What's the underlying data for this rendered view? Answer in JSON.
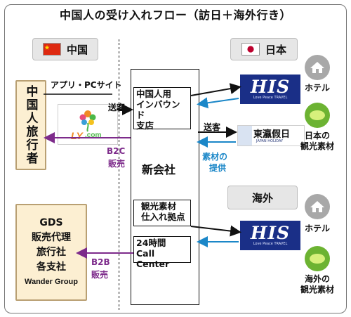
{
  "title": "中国人の受け入れフロー（訪日＋海外行き）",
  "regions": {
    "china": "中国",
    "japan": "日本",
    "overseas": "海外"
  },
  "left": {
    "travelers": "中国人旅行者",
    "gds_lines": [
      "GDS",
      "販売代理",
      "旅行社",
      "各支社"
    ],
    "gds_last": "Wander Group"
  },
  "labels": {
    "app_site": "アプリ・PCサイト",
    "send1": "送客",
    "send2": "送客",
    "b2c_1": "B2C",
    "b2c_2": "販売",
    "b2b_1": "B2B",
    "b2b_2": "販売",
    "material_1": "素材の",
    "material_2": "提供"
  },
  "center": {
    "inbound": [
      "中国人用",
      "インバウンド",
      "支店"
    ],
    "company": "新会社",
    "sourcing": [
      "観光素材",
      "仕入れ拠点"
    ],
    "callcenter": [
      "24時間",
      "Call Center"
    ]
  },
  "logos": {
    "ly_main": "LY",
    "ly_sub": ".com",
    "his": "HIS",
    "his_tag": "Love Peace TRAVEL",
    "toei_main": "東瀛假日",
    "toei_sub": "JAPAN HOLIDAY"
  },
  "right": {
    "japan_hotel": "ホテル",
    "japan_material": [
      "日本の",
      "観光素材"
    ],
    "overseas_hotel": "ホテル",
    "overseas_material": [
      "海外の",
      "観光素材"
    ]
  },
  "colors": {
    "purple": "#7d2b8b",
    "blue": "#1b87c8",
    "his_blue": "#1a2f87",
    "cream": "#fcefd2"
  }
}
